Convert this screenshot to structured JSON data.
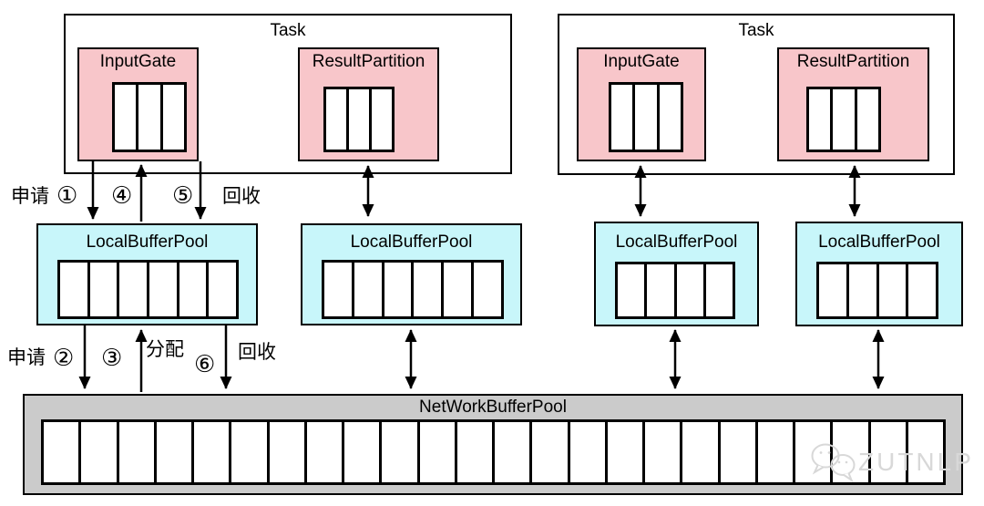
{
  "tasks": [
    {
      "label": "Task",
      "components": [
        {
          "label": "InputGate",
          "cells": 3
        },
        {
          "label": "ResultPartition",
          "cells": 3
        }
      ]
    },
    {
      "label": "Task",
      "components": [
        {
          "label": "InputGate",
          "cells": 3
        },
        {
          "label": "ResultPartition",
          "cells": 3
        }
      ]
    }
  ],
  "local_buffer_pools": [
    {
      "label": "LocalBufferPool",
      "cells": 6
    },
    {
      "label": "LocalBufferPool",
      "cells": 6
    },
    {
      "label": "LocalBufferPool",
      "cells": 4
    },
    {
      "label": "LocalBufferPool",
      "cells": 4
    }
  ],
  "network_buffer_pool": {
    "label": "NetWorkBufferPool",
    "cells": 24
  },
  "flow_labels": {
    "top": {
      "request": "申请",
      "step1": "①",
      "step4": "④",
      "step5": "⑤",
      "recycle": "回收"
    },
    "bottom": {
      "request": "申请",
      "step2": "②",
      "step3": "③",
      "allocate": "分配",
      "step6": "⑥",
      "recycle": "回收"
    }
  },
  "watermark": {
    "text": "ZUTNLP",
    "icon": "wechat-icon"
  },
  "colors": {
    "component_fill": "#F8C6CA",
    "local_pool_fill": "#C8F6FA",
    "network_pool_fill": "#CBCBCB",
    "cell_fill": "#FFFFFF",
    "border": "#000000",
    "watermark": "#D8D8D8",
    "background": "#FFFFFF"
  }
}
